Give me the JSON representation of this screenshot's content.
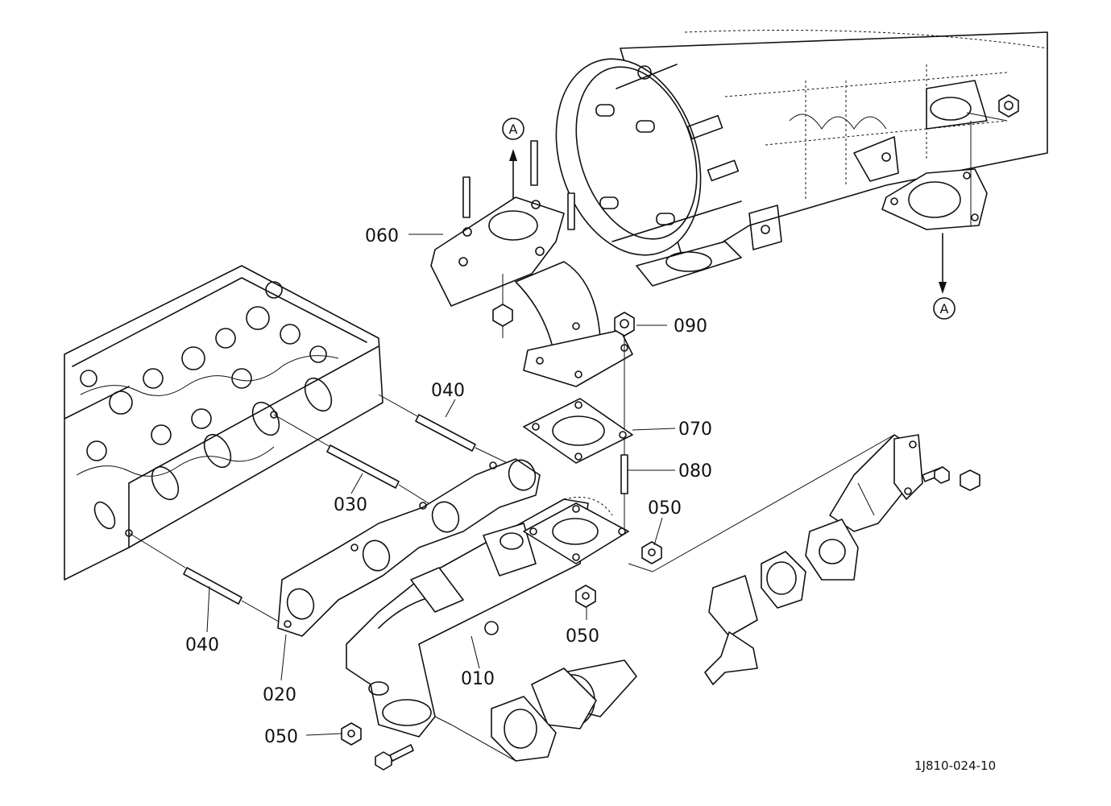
{
  "drawing_code": "1J810-024-10",
  "reference_mark": "A",
  "parts": [
    {
      "id": "p010",
      "label": "010"
    },
    {
      "id": "p020",
      "label": "020"
    },
    {
      "id": "p030",
      "label": "030"
    },
    {
      "id": "p040a",
      "label": "040"
    },
    {
      "id": "p040b",
      "label": "040"
    },
    {
      "id": "p050a",
      "label": "050"
    },
    {
      "id": "p050b",
      "label": "050"
    },
    {
      "id": "p050c",
      "label": "050"
    },
    {
      "id": "p060",
      "label": "060"
    },
    {
      "id": "p070",
      "label": "070"
    },
    {
      "id": "p080",
      "label": "080"
    },
    {
      "id": "p090",
      "label": "090"
    }
  ]
}
